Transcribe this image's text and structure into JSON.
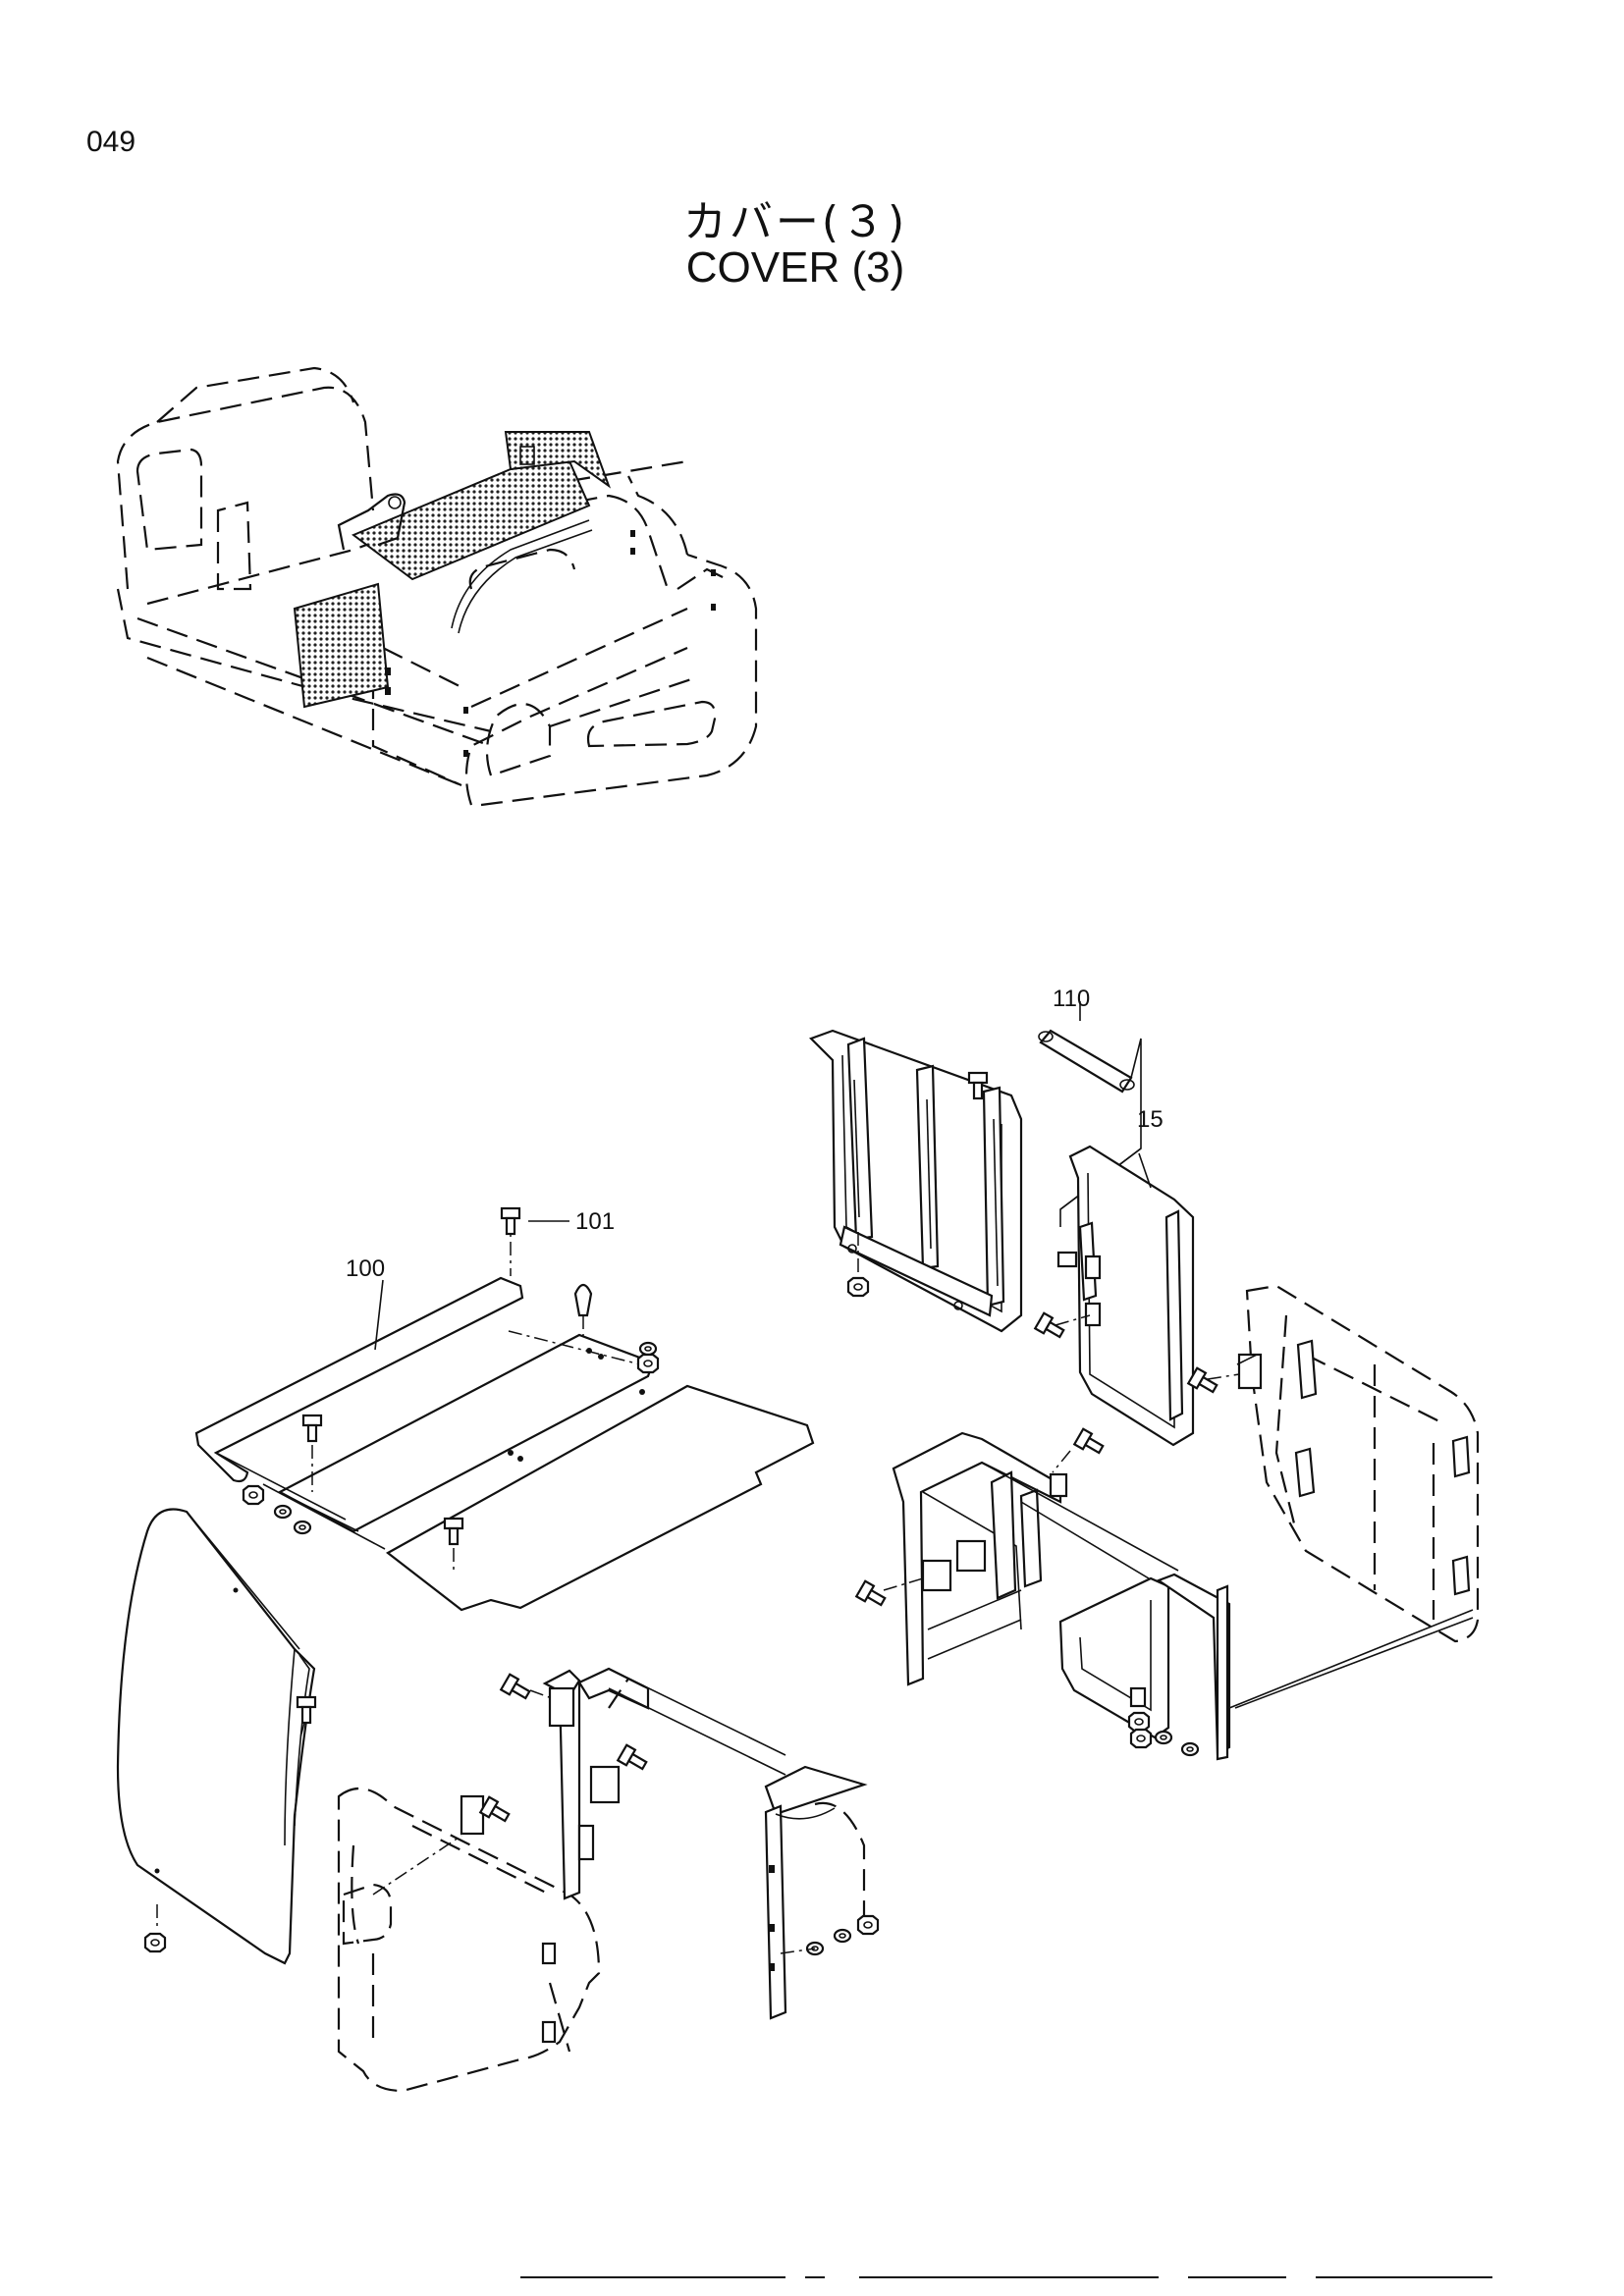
{
  "page": {
    "number": "049"
  },
  "title": {
    "japanese": "カバー(３)",
    "english": "COVER (3)"
  },
  "callouts": [
    {
      "id": "110",
      "label": "110"
    },
    {
      "id": "15",
      "label": "15"
    },
    {
      "id": "101",
      "label": "101"
    },
    {
      "id": "100",
      "label": "100"
    }
  ],
  "icons": {
    "fastener": "bolt-icon",
    "washer": "washer-icon",
    "nut": "nut-icon"
  }
}
